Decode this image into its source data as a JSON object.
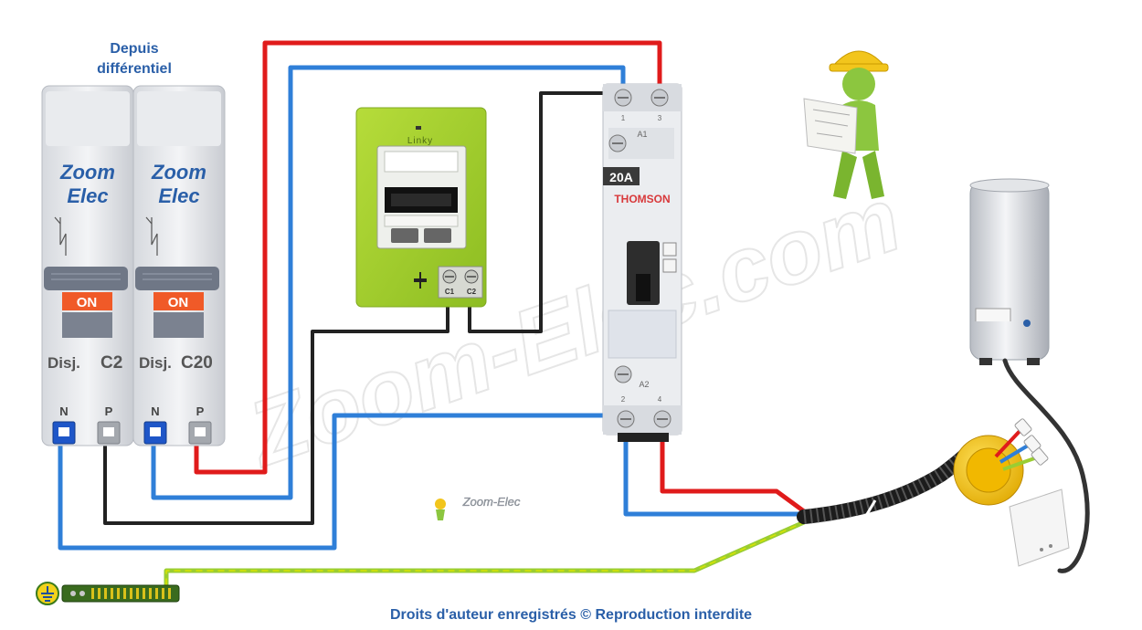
{
  "header": {
    "line1": "Depuis",
    "line2": "différentiel"
  },
  "breakers": [
    {
      "brand_line1": "Zoom",
      "brand_line2": "Elec",
      "state": "ON",
      "label": "Disj.",
      "rating": "C2",
      "terminal_n": "N",
      "terminal_p": "P"
    },
    {
      "brand_line1": "Zoom",
      "brand_line2": "Elec",
      "state": "ON",
      "label": "Disj.",
      "rating": "C20",
      "terminal_n": "N",
      "terminal_p": "P"
    }
  ],
  "meter": {
    "brand": "Linky",
    "terminal_c1": "C1",
    "terminal_c2": "C2"
  },
  "contactor": {
    "rating": "20A",
    "brand": "THOMSON",
    "term1": "1",
    "term3": "3",
    "coil_a1": "A1",
    "coil_a2": "A2",
    "term2": "2",
    "term4": "4"
  },
  "watermark": {
    "text": "Zoom-Elec.com",
    "logo_text": "Zoom-Elec"
  },
  "footer": {
    "copyright": "Droits d'auteur enregistrés © Reproduction interdite"
  },
  "colors": {
    "phase": "#e01b1b",
    "neutral": "#2f7fd8",
    "command": "#222222",
    "earth": "#9acd32",
    "title_blue": "#2a5fa8",
    "on_red": "#f05a28",
    "meter_green": "#9ccc2a"
  },
  "icons": [
    "earth-symbol-icon",
    "worker-figure-icon",
    "water-heater-icon",
    "junction-box-icon",
    "outlet-plate-icon"
  ]
}
